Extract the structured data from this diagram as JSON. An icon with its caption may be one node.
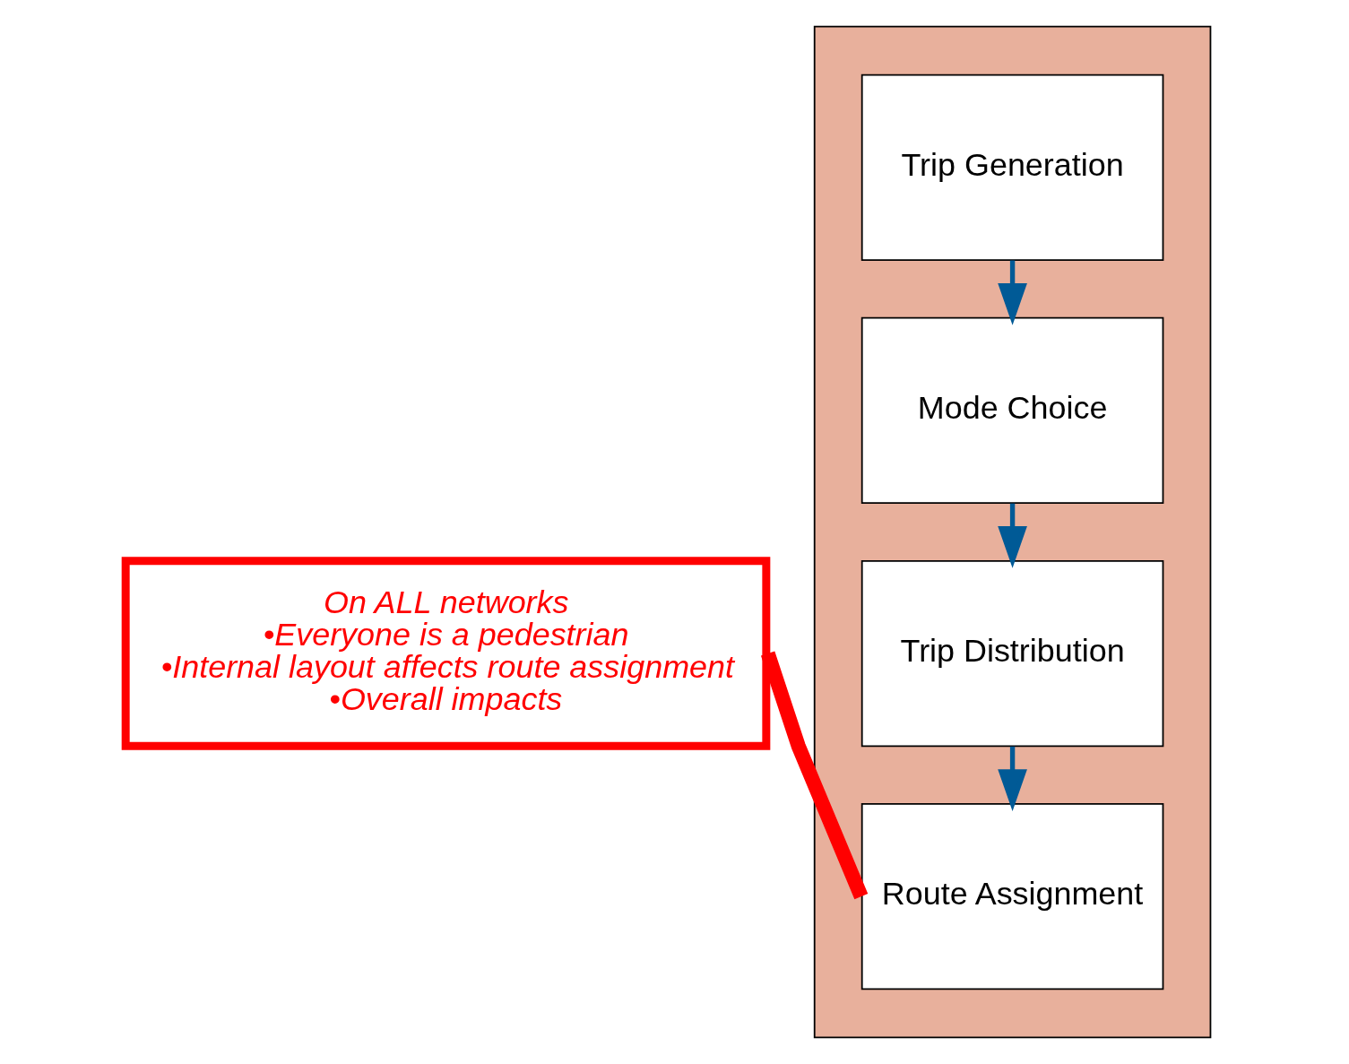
{
  "diagram": {
    "nodes": [
      {
        "text": [],
        "shape": "box"
      },
      {
        "text": [
          "Trip Generation"
        ],
        "in": 0
      },
      {
        "text": [
          "Mode Choice"
        ],
        "in": 0
      },
      {
        "text": [
          "Trip Distribution"
        ],
        "in": 0
      },
      {
        "text": [
          "Route Assignment"
        ],
        "in": 0
      },
      {
        "text": [
          "On ALL networks",
          "•Everyone is a pedestrian",
          "•Internal layout affects route assignment",
          "•Overall impacts"
        ]
      }
    ],
    "edges": [
      {
        "from": 1,
        "to": 2,
        "arrow": "to"
      },
      {
        "from": 2,
        "to": 3,
        "arrow": "to"
      },
      {
        "from": 3,
        "to": 4,
        "arrow": "to"
      },
      {
        "from": 5,
        "to": 4,
        "arrow": "none",
        "style": "thick",
        "color": "#ff0000"
      }
    ]
  }
}
